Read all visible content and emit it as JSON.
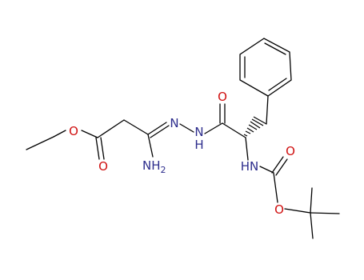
{
  "colors": {
    "background": "#ffffff",
    "bond": "#000000",
    "nitrogen": "#2c2c8c",
    "oxygen": "#d01010"
  },
  "atoms": {
    "ester_ether_o": "O",
    "ester_carbonyl_o": "O",
    "hydrazone_n": "N",
    "amine_n": "NH",
    "amine_h_count": "2",
    "hydrazide_nh": "N",
    "hydrazide_h": "H",
    "amide_carbonyl_o": "O",
    "boc_nh": "HN",
    "boc_carbonyl_o": "O",
    "boc_ether_o": "O"
  }
}
